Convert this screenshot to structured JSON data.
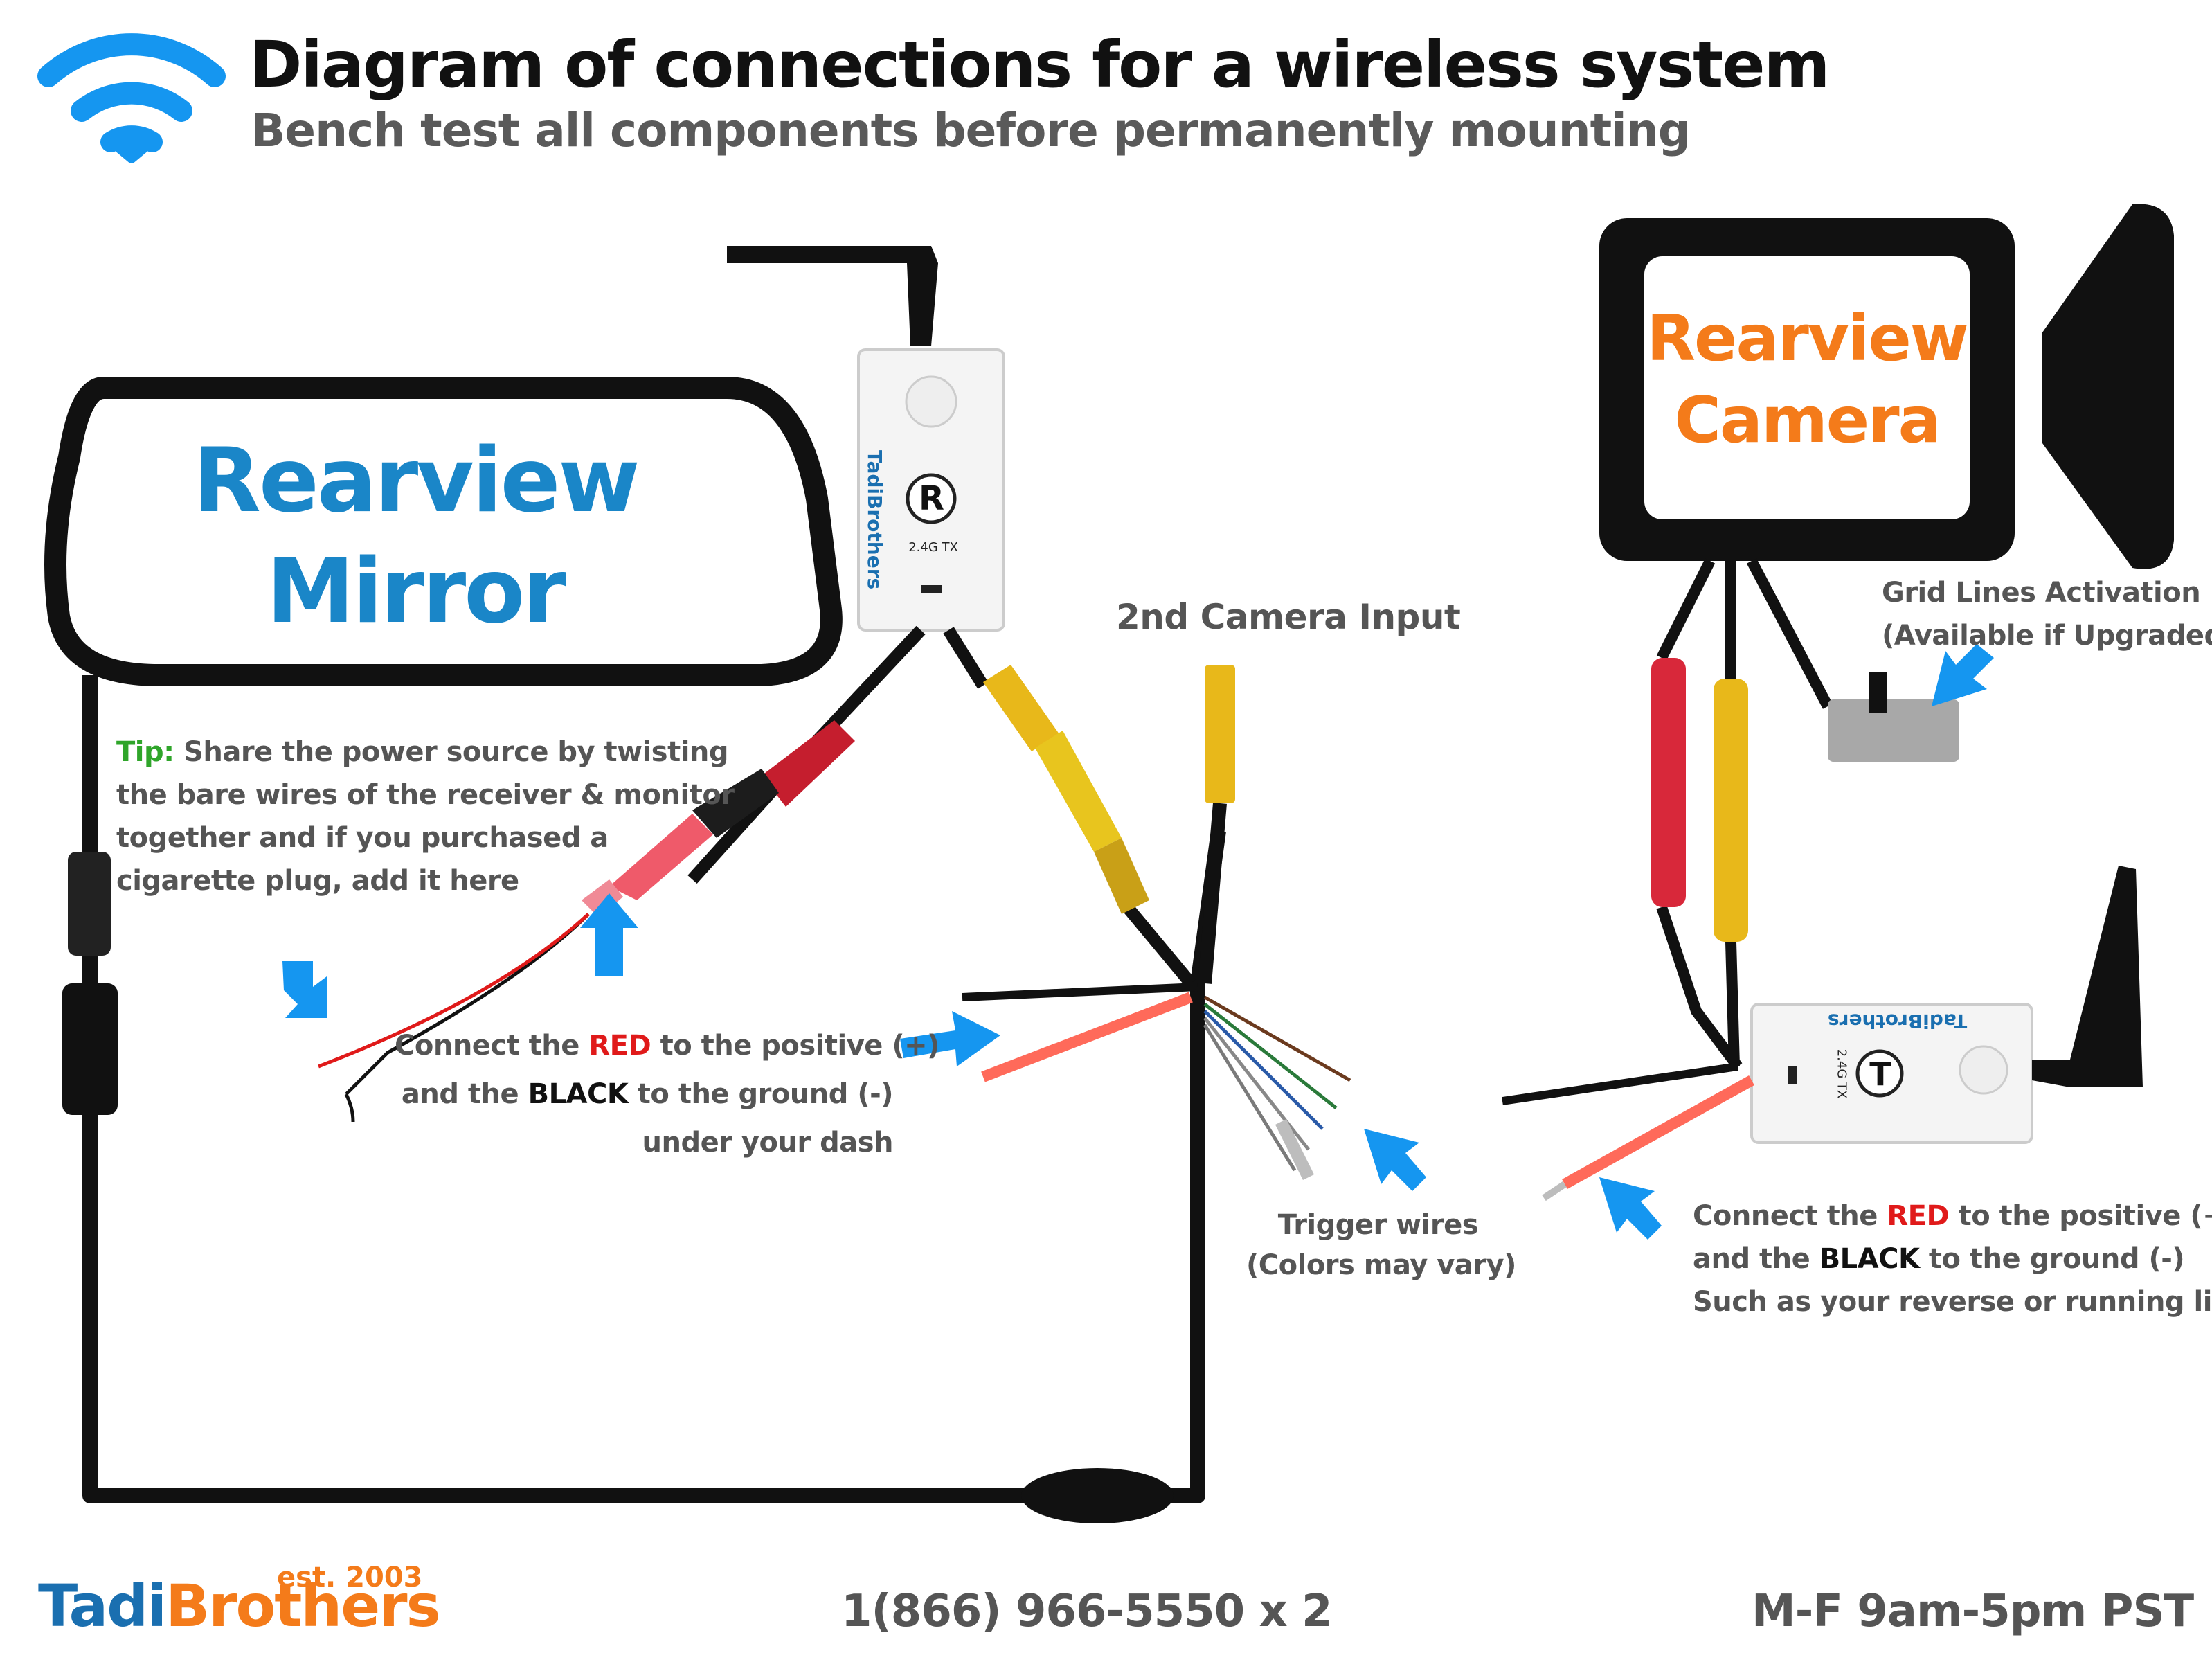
{
  "header": {
    "title": "Diagram of connections for a wireless system",
    "subtitle": "Bench test all components before permanently mounting"
  },
  "mirror": {
    "line1": "Rearview",
    "line2": "Mirror"
  },
  "camera": {
    "line1": "Rearview",
    "line2": "Camera"
  },
  "receiver": {
    "brand": "TadiBrothers",
    "letter": "R",
    "model": "2.4G TX"
  },
  "transmitter": {
    "brand": "TadiBrothers",
    "letter": "T",
    "model": "2.4G TX"
  },
  "labels": {
    "second_camera": "2nd Camera Input",
    "grid_line1": "Grid Lines Activation",
    "grid_line2": "(Available if Upgraded)",
    "trigger_line1": "Trigger wires",
    "trigger_line2": "(Colors may vary)"
  },
  "tip": {
    "prefix": "Tip:",
    "line1": " Share the power source by twisting",
    "line2": "the bare wires of the receiver & monitor",
    "line3": "together and if you purchased a",
    "line4": "cigarette plug, add it here"
  },
  "mirror_power": {
    "l1_a": "Connect the ",
    "l1_red": "RED",
    "l1_b": " to the positive (+)",
    "l2_a": "and the ",
    "l2_black": "BLACK",
    "l2_b": " to the ground (-)",
    "l3": "under your dash"
  },
  "camera_power": {
    "l1_a": "Connect the ",
    "l1_red": "RED",
    "l1_b": " to the positive (+)",
    "l2_a": "and the ",
    "l2_black": "BLACK",
    "l2_b": " to the ground (-)",
    "l3": "Such as your reverse or running light"
  },
  "footer": {
    "brand_a": "Tadi",
    "brand_b": "Brothers",
    "est": "est. 2003",
    "phone": "1(866) 966-5550 x 2",
    "hours": "M-F 9am-5pm PST"
  },
  "colors": {
    "accent_blue": "#1a86c8",
    "arrow_blue": "#1596f0",
    "orange": "#f47b1a",
    "red_text": "#e01a1a",
    "tip_green": "#2fa52a",
    "wire_black": "#111111",
    "wire_red": "#ff6a5a",
    "connector_yellow": "#e8b81a",
    "connector_red": "#d8283a"
  },
  "icons": [
    "wifi-icon",
    "arrow-icon",
    "inline-fuse-icon",
    "toggle-switch-icon"
  ]
}
